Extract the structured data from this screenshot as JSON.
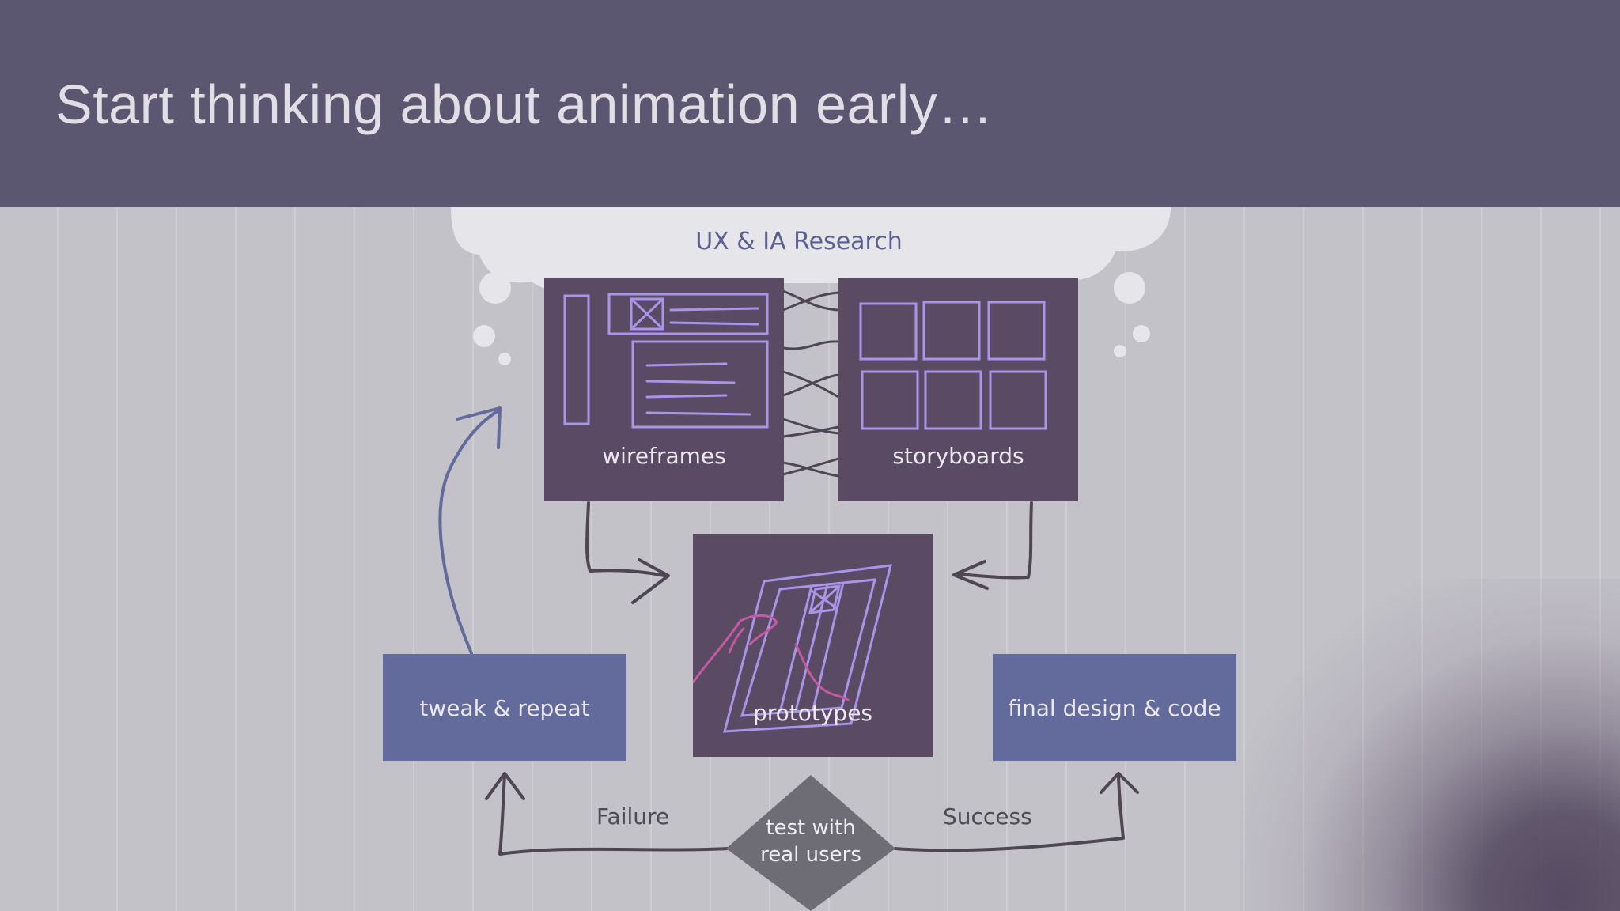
{
  "slide": {
    "title": "Start thinking about animation early…"
  },
  "diagram": {
    "cloud_label": "UX & IA Research",
    "nodes": {
      "wireframes": "wireframes",
      "storyboards": "storyboards",
      "prototypes": "prototypes",
      "tweak": "tweak & repeat",
      "final": "final design & code",
      "test_line1": "test with",
      "test_line2": "real users"
    },
    "edges": {
      "failure": "Failure",
      "success": "Success"
    }
  },
  "colors": {
    "header_bg": "#5c5770",
    "dark_box": "#5b4a63",
    "blue_box": "#626b9c",
    "sketch_purple": "#a995e8",
    "sketch_pink": "#c45aa0",
    "arrow": "#4e4652"
  }
}
